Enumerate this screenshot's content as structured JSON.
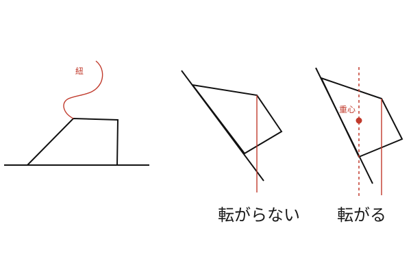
{
  "colors": {
    "ink": "#111111",
    "accent": "#c0392b"
  },
  "labels": {
    "string": "紐",
    "center_of_gravity": "重心"
  },
  "captions": {
    "not_tipping": "転がらない",
    "tipping": "転がる"
  }
}
